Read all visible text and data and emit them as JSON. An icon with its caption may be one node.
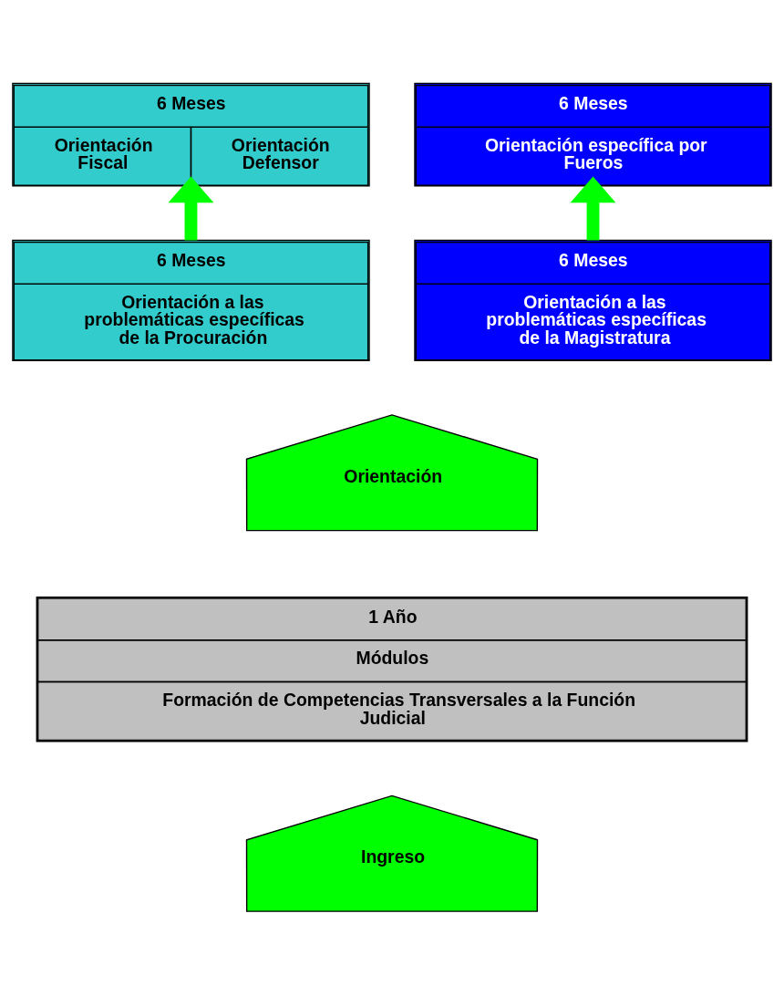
{
  "diagram": {
    "nodes": [
      {
        "text": [
          "6 Meses",
          "Orientación Fiscal",
          "Orientación Defensor"
        ]
      },
      {
        "text": [
          "6 Meses",
          "Orientación específica por Fueros"
        ]
      },
      {
        "text": [
          "6 Meses",
          "Orientación a las problemáticas específicas de la Procuración"
        ]
      },
      {
        "text": [
          "6 Meses",
          "Orientación a las problemáticas específicas de la Magistratura"
        ]
      },
      {
        "text": [
          "Orientación"
        ]
      },
      {
        "text": [
          "1 Año",
          "Módulos",
          "Formación de Competencias Transversales a la Función Judicial"
        ]
      },
      {
        "text": [
          "Ingreso"
        ]
      }
    ],
    "edges": [
      {
        "from": 2,
        "to": 0,
        "arrow": "to"
      },
      {
        "from": 3,
        "to": 1,
        "arrow": "to"
      }
    ]
  }
}
